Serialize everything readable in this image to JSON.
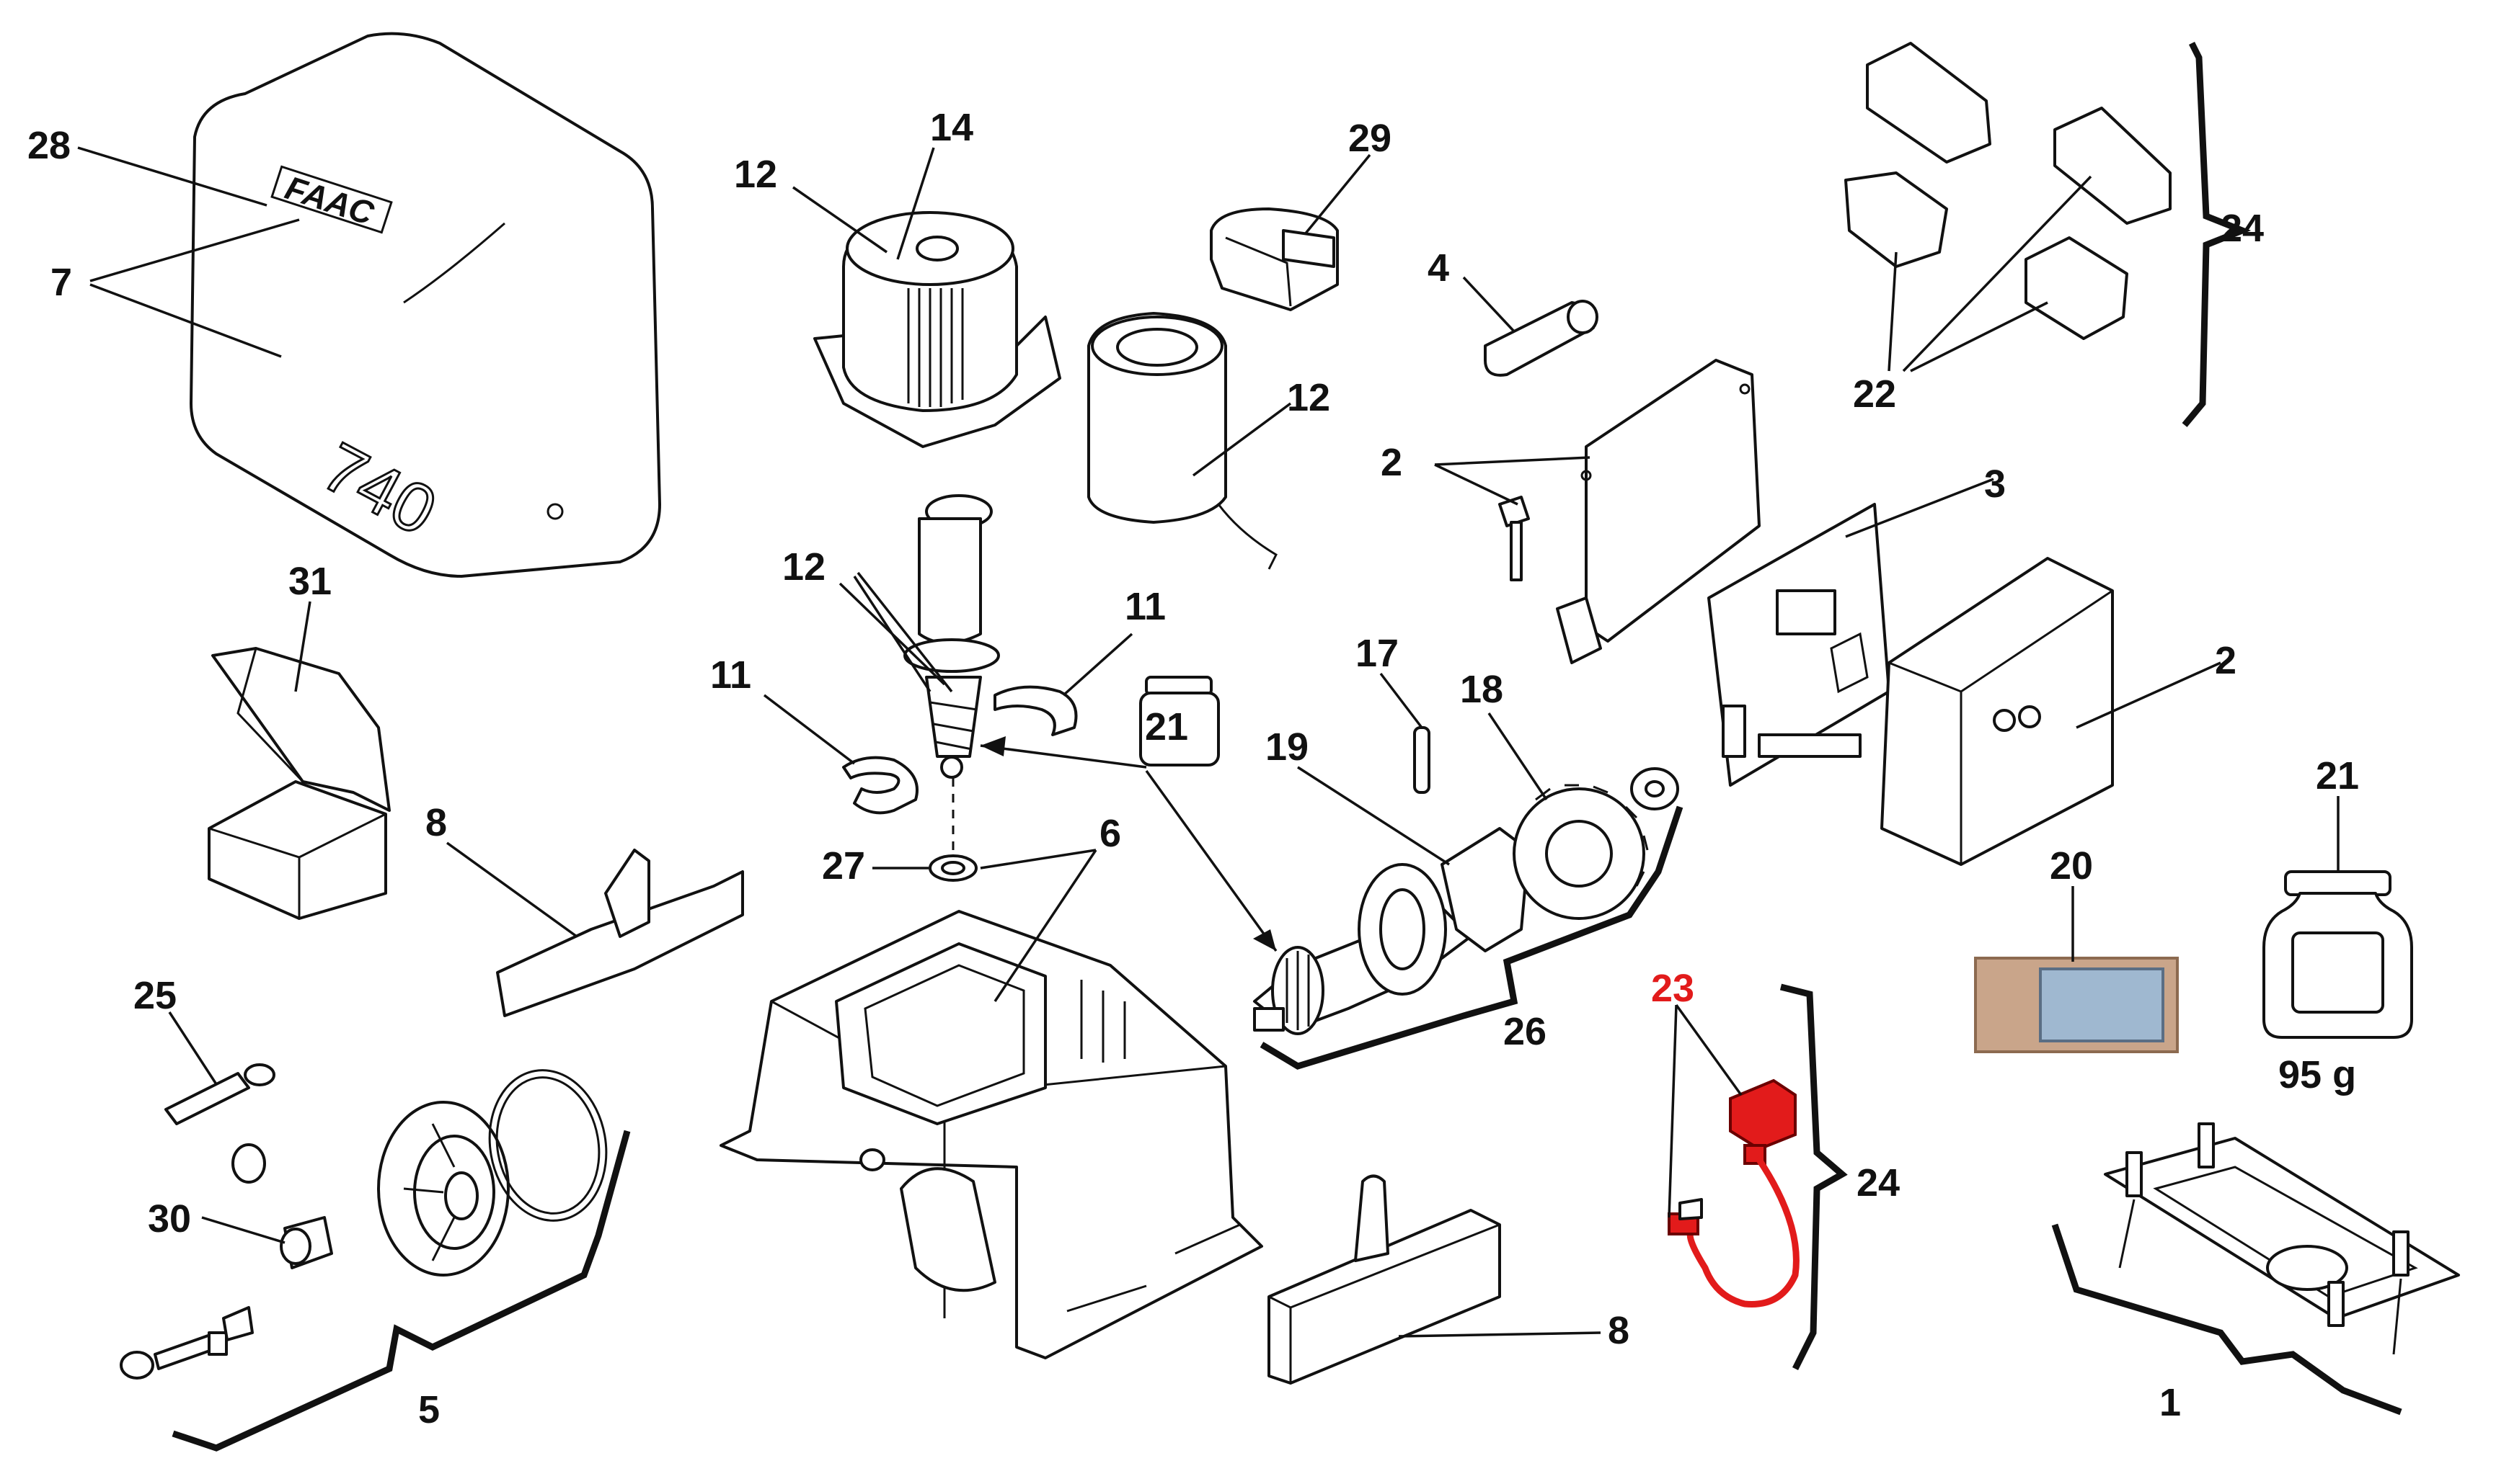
{
  "diagram": {
    "callouts": [
      {
        "id": "28",
        "text": "28"
      },
      {
        "id": "7",
        "text": "7"
      },
      {
        "id": "12a",
        "text": "12"
      },
      {
        "id": "14",
        "text": "14"
      },
      {
        "id": "29",
        "text": "29"
      },
      {
        "id": "12b",
        "text": "12"
      },
      {
        "id": "12c",
        "text": "12"
      },
      {
        "id": "4",
        "text": "4"
      },
      {
        "id": "2a",
        "text": "2"
      },
      {
        "id": "3",
        "text": "3"
      },
      {
        "id": "2b",
        "text": "2"
      },
      {
        "id": "22",
        "text": "22"
      },
      {
        "id": "24a",
        "text": "24"
      },
      {
        "id": "31",
        "text": "31"
      },
      {
        "id": "11a",
        "text": "11"
      },
      {
        "id": "11b",
        "text": "11"
      },
      {
        "id": "21a",
        "text": "21"
      },
      {
        "id": "17",
        "text": "17"
      },
      {
        "id": "18",
        "text": "18"
      },
      {
        "id": "19",
        "text": "19"
      },
      {
        "id": "8a",
        "text": "8"
      },
      {
        "id": "27",
        "text": "27"
      },
      {
        "id": "6",
        "text": "6"
      },
      {
        "id": "26",
        "text": "26"
      },
      {
        "id": "21b",
        "text": "21"
      },
      {
        "id": "20",
        "text": "20"
      },
      {
        "id": "25",
        "text": "25"
      },
      {
        "id": "23",
        "text": "23"
      },
      {
        "id": "24b",
        "text": "24"
      },
      {
        "id": "30",
        "text": "30"
      },
      {
        "id": "8b",
        "text": "8"
      },
      {
        "id": "5",
        "text": "5"
      },
      {
        "id": "1",
        "text": "1"
      }
    ],
    "cover_logo": "FAAC",
    "cover_model": "740",
    "grease_weight": "95 g",
    "colors": {
      "highlight": "#e21b1b",
      "ink": "#111111",
      "paper": "#ffffff",
      "grease_blue": "#9fb8d0",
      "grease_brown": "#c9a58a"
    }
  }
}
